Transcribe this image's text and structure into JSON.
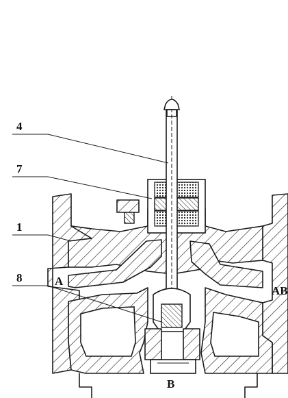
{
  "callouts": [
    {
      "label": "4"
    },
    {
      "label": "7"
    },
    {
      "label": "1"
    },
    {
      "label": "8"
    }
  ],
  "ports": {
    "left": "A",
    "right": "AB",
    "bottom": "B"
  }
}
